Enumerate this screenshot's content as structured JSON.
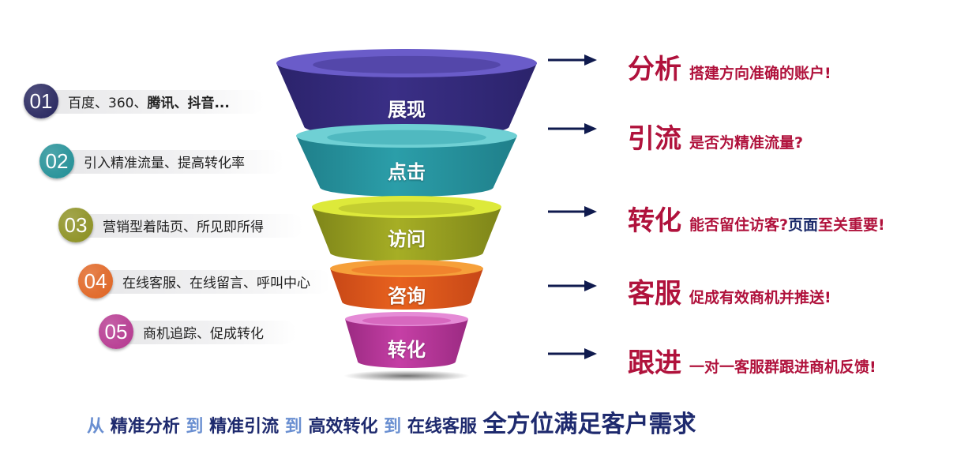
{
  "funnel": {
    "stages": [
      {
        "label": "展现",
        "top": "#6a5cc9",
        "side": "#3a2f86",
        "bottom": "#2b236b"
      },
      {
        "label": "点击",
        "top": "#6fd0d4",
        "side": "#2b9ea9",
        "bottom": "#1f7f8a"
      },
      {
        "label": "访问",
        "top": "#dde93a",
        "side": "#a6ae25",
        "bottom": "#7e8519"
      },
      {
        "label": "咨询",
        "top": "#f6a03a",
        "side": "#e8621e",
        "bottom": "#c74717"
      },
      {
        "label": "转化",
        "top": "#e58bd6",
        "side": "#c53fa5",
        "bottom": "#9b2a82"
      }
    ]
  },
  "steps": [
    {
      "num": "01",
      "text": "百度、360、",
      "bold": "腾讯、抖音...",
      "color": "#24235c"
    },
    {
      "num": "02",
      "text": "引入精准流量、提高转化率",
      "bold": "",
      "color": "#1f8e95"
    },
    {
      "num": "03",
      "text": "营销型着陆页、所见即所得",
      "bold": "",
      "color": "#8b8f1f"
    },
    {
      "num": "04",
      "text": "在线客服、在线留言、呼叫中心",
      "bold": "",
      "color": "#e06320"
    },
    {
      "num": "05",
      "text": "商机追踪、促成转化",
      "bold": "",
      "color": "#b5368f"
    }
  ],
  "right": [
    {
      "title": "分析",
      "desc": "搭建方向准确的账户!",
      "desc_dark": "",
      "desc_tail": ""
    },
    {
      "title": "引流",
      "desc": "是否为精准流量?",
      "desc_dark": "",
      "desc_tail": ""
    },
    {
      "title": "转化",
      "desc": "能否留住访客?",
      "desc_dark": "页面",
      "desc_tail": "至关重要!"
    },
    {
      "title": "客服",
      "desc": "促成有效商机并推送!",
      "desc_dark": "",
      "desc_tail": ""
    },
    {
      "title": "跟进",
      "desc": "一对一客服群跟进商机反馈!",
      "desc_dark": "",
      "desc_tail": ""
    }
  ],
  "bottom": {
    "w1": "从",
    "p1": "精准分析",
    "w2": "到",
    "p2": "精准引流",
    "w3": "到",
    "p3": "高效转化",
    "w4": "到",
    "p4": "在线客服",
    "tail": "全方位满足客户需求"
  },
  "colors": {
    "arrow": "#0f1a4e",
    "accent": "#b0123c"
  }
}
